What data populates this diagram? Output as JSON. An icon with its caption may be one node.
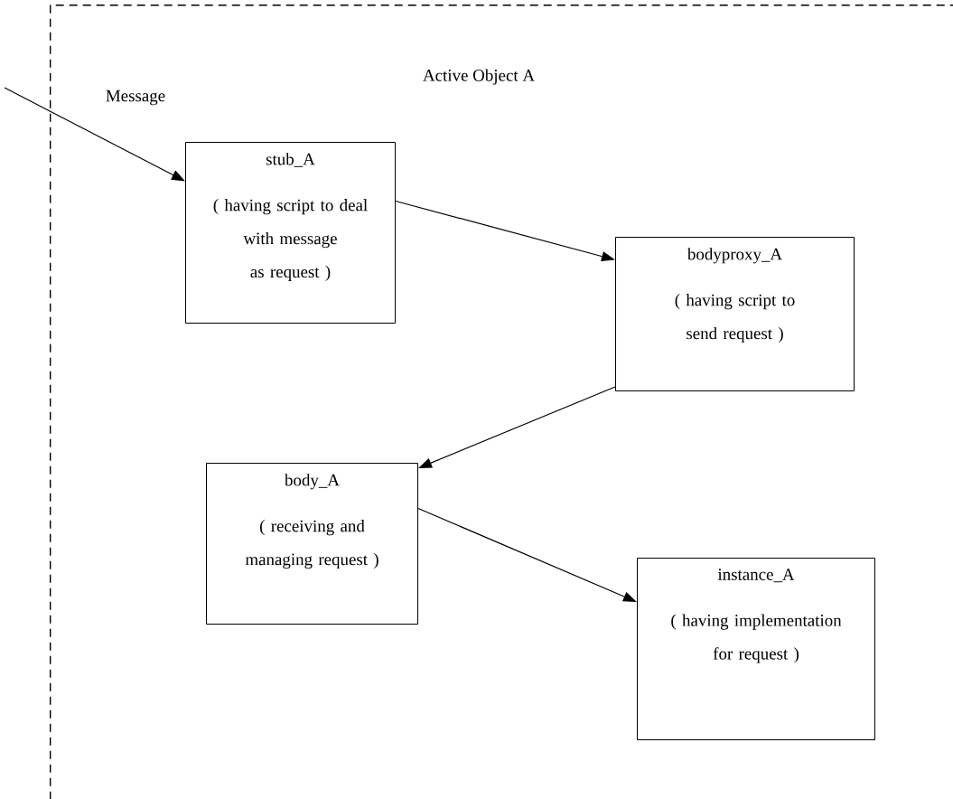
{
  "diagram": {
    "nodes": [
      {
        "text": [
          "Active Object A"
        ]
      },
      {
        "text": [
          "stub_A",
          "( having script to deal with message as request )"
        ],
        "in": 0
      },
      {
        "text": [
          "bodyproxy_A",
          "( having script to send request )"
        ],
        "in": 0
      },
      {
        "text": [
          "body_A",
          "( receiving and managing request )"
        ],
        "in": 0
      },
      {
        "text": [
          "instance_A",
          "( having implementation for request )"
        ],
        "in": 0
      }
    ],
    "edges": [
      {
        "from": null,
        "to": 1,
        "arrow": "to",
        "label": "Message"
      },
      {
        "from": 1,
        "to": 2,
        "arrow": "to"
      },
      {
        "from": 2,
        "to": 3,
        "arrow": "to"
      },
      {
        "from": 3,
        "to": 4,
        "arrow": "to"
      }
    ]
  }
}
